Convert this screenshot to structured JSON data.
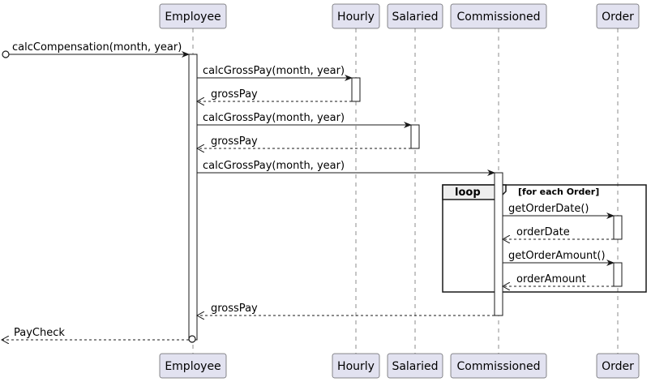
{
  "participants": [
    {
      "id": "employee",
      "label": "Employee"
    },
    {
      "id": "hourly",
      "label": "Hourly"
    },
    {
      "id": "salaried",
      "label": "Salaried"
    },
    {
      "id": "commissioned",
      "label": "Commissioned"
    },
    {
      "id": "order",
      "label": "Order"
    }
  ],
  "messages": [
    {
      "from": "start",
      "to": "employee",
      "label": "calcCompensation(month, year)",
      "kind": "call"
    },
    {
      "from": "employee",
      "to": "hourly",
      "label": "calcGrossPay(month, year)",
      "kind": "call"
    },
    {
      "from": "hourly",
      "to": "employee",
      "label": "grossPay",
      "kind": "return"
    },
    {
      "from": "employee",
      "to": "salaried",
      "label": "calcGrossPay(month, year)",
      "kind": "call"
    },
    {
      "from": "salaried",
      "to": "employee",
      "label": "grossPay",
      "kind": "return"
    },
    {
      "from": "employee",
      "to": "commissioned",
      "label": "calcGrossPay(month, year)",
      "kind": "call"
    },
    {
      "from": "commissioned",
      "to": "order",
      "label": "getOrderDate()",
      "kind": "call"
    },
    {
      "from": "order",
      "to": "commissioned",
      "label": "orderDate",
      "kind": "return"
    },
    {
      "from": "commissioned",
      "to": "order",
      "label": "getOrderAmount()",
      "kind": "call"
    },
    {
      "from": "order",
      "to": "commissioned",
      "label": "orderAmount",
      "kind": "return"
    },
    {
      "from": "commissioned",
      "to": "employee",
      "label": "grossPay",
      "kind": "return"
    },
    {
      "from": "employee",
      "to": "end",
      "label": "PayCheck",
      "kind": "return"
    }
  ],
  "loop": {
    "keyword": "loop",
    "condition": "[for each Order]"
  },
  "colors": {
    "participant_fill": "#e2e2f0",
    "participant_border": "#181818",
    "lifeline": "#181818",
    "activation_fill": "#ffffff",
    "loop_header_fill": "#eeeeee",
    "text": "#000000"
  }
}
